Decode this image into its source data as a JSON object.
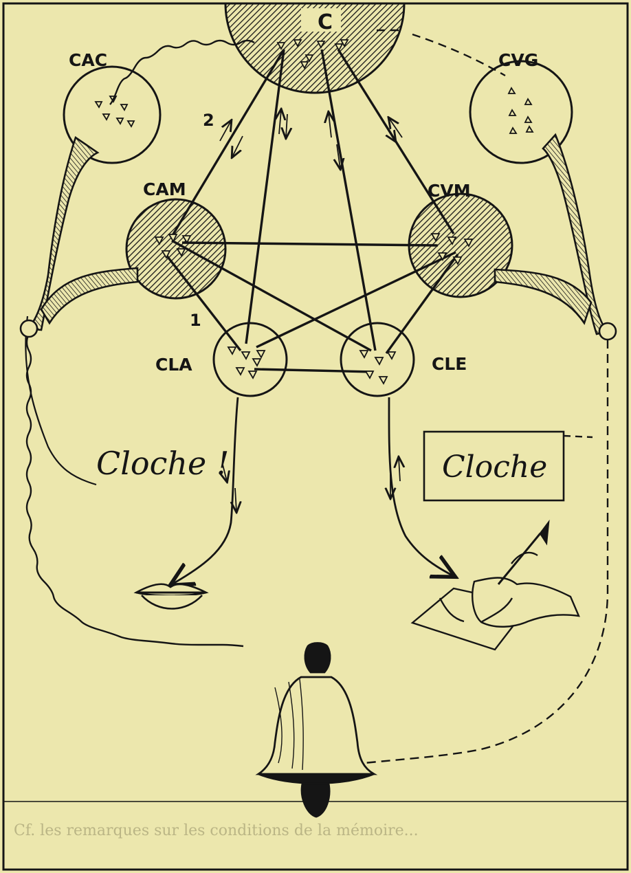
{
  "palette": {
    "paper": "#ece7ad",
    "ink": "#151515",
    "hatch": "#a7a07c"
  },
  "centers": {
    "top": "C",
    "cac": "CAC",
    "cvg": "CVG",
    "cam": "CAM",
    "cvm": "CVM",
    "cla": "CLA",
    "cle": "CLE"
  },
  "path_numbers": {
    "one": "1",
    "two": "2"
  },
  "speech_word": "Cloche !",
  "written_word": "Cloche",
  "footnote": "Cf. les remarques sur les conditions de la mémoire..."
}
